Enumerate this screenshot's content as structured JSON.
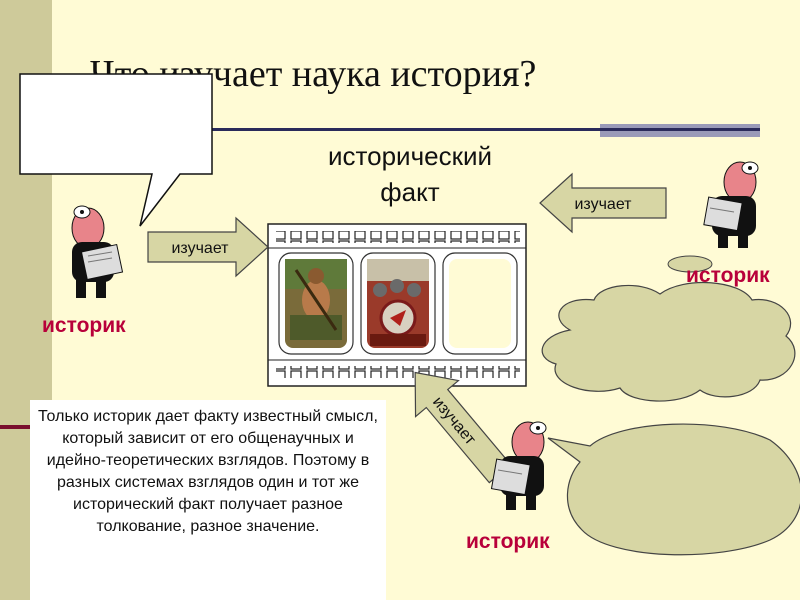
{
  "slide": {
    "title": "Что изучает наука история?",
    "fact_label": "исторический факт",
    "arrow_label": "изучает",
    "historian_label": "историк",
    "note": "Только историк дает факту известный смысл, который зависит от его общенаучных и идейно-теоретических взглядов. Поэтому в разных системах взглядов один и тот же исторический факт получает разное толкование, разное значение."
  },
  "colors": {
    "background": "#FFFBD5",
    "sidebar": "#CECA9A",
    "historian_text": "#B8003A",
    "callout_fill": "#D7D6A4"
  }
}
